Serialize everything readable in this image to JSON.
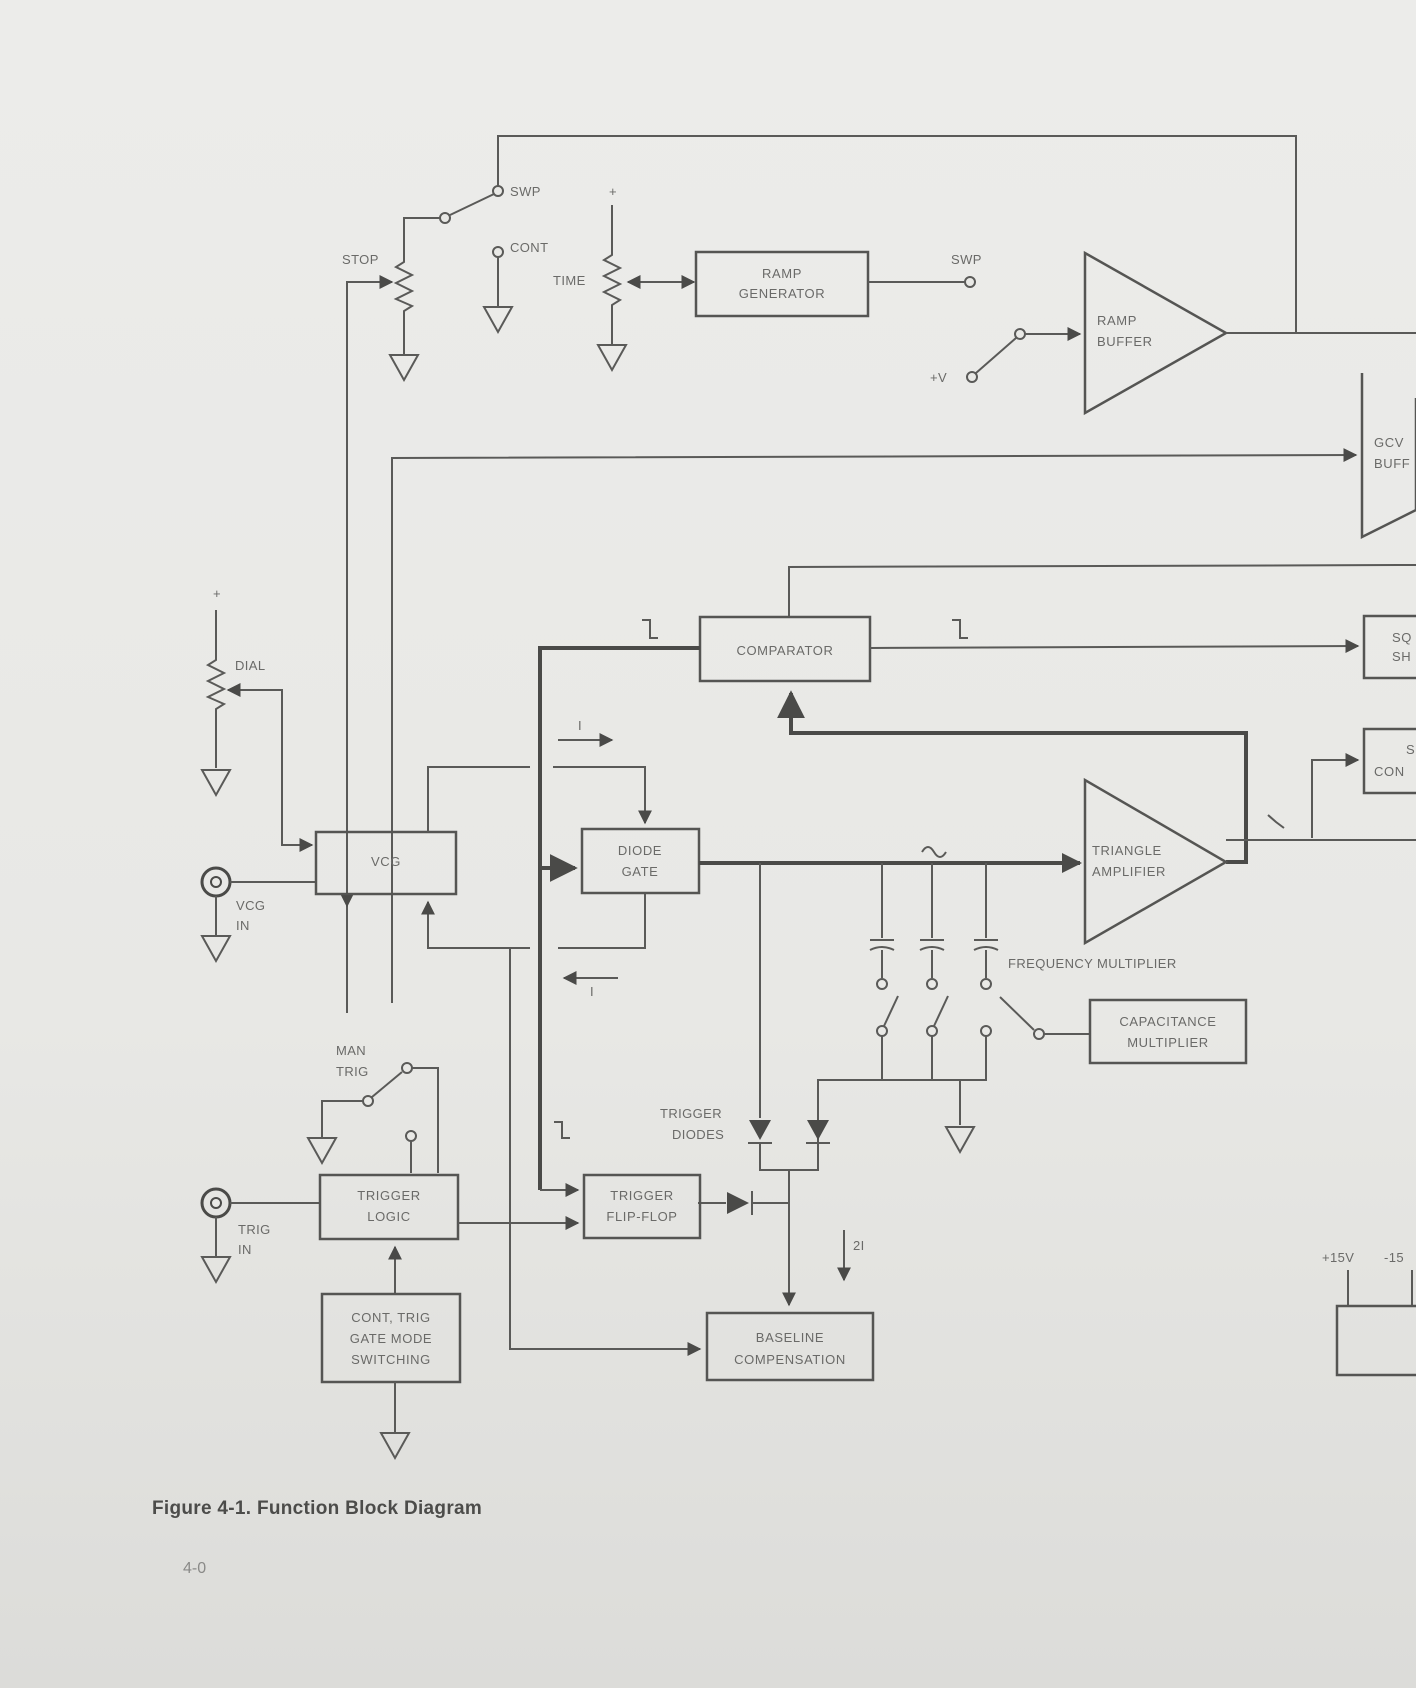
{
  "blocks": {
    "ramp_generator": [
      "RAMP",
      "GENERATOR"
    ],
    "ramp_buffer": [
      "RAMP",
      "BUFFER"
    ],
    "gcv_buffer": [
      "GCV",
      "BUFF"
    ],
    "comparator": "COMPARATOR",
    "sq_shaper": [
      "SQ",
      "SH"
    ],
    "sine_converter": [
      "S",
      "CON"
    ],
    "vcg": "VCG",
    "diode_gate": [
      "DIODE",
      "GATE"
    ],
    "triangle_amplifier": [
      "TRIANGLE",
      "AMPLIFIER"
    ],
    "capacitance_multiplier": [
      "CAPACITANCE",
      "MULTIPLIER"
    ],
    "trigger_logic": [
      "TRIGGER",
      "LOGIC"
    ],
    "trigger_flip_flop": [
      "TRIGGER",
      "FLIP-FLOP"
    ],
    "baseline_compensation": [
      "BASELINE",
      "COMPENSATION"
    ],
    "mode_switching": [
      "CONT, TRIG",
      "GATE MODE",
      "SWITCHING"
    ],
    "power_supply": ""
  },
  "labels": {
    "swp_switch": "SWP",
    "cont": "CONT",
    "stop": "STOP",
    "plus_top": "+",
    "time": "TIME",
    "swp_out": "SWP",
    "plus_v": "+V",
    "plus_dial": "+",
    "dial": "DIAL",
    "vcg_in": [
      "VCG",
      "IN"
    ],
    "current_right": "I",
    "current_left": "I",
    "frequency_multiplier": "FREQUENCY MULTIPLIER",
    "man_trig": [
      "MAN",
      "TRIG"
    ],
    "trigger_diodes": [
      "TRIGGER",
      "DIODES"
    ],
    "trig_in": [
      "TRIG",
      "IN"
    ],
    "two_i": "2I",
    "plus15": "+15V",
    "minus15": "-15"
  },
  "caption": "Figure 4-1.    Function Block Diagram",
  "page_number": "4-0"
}
